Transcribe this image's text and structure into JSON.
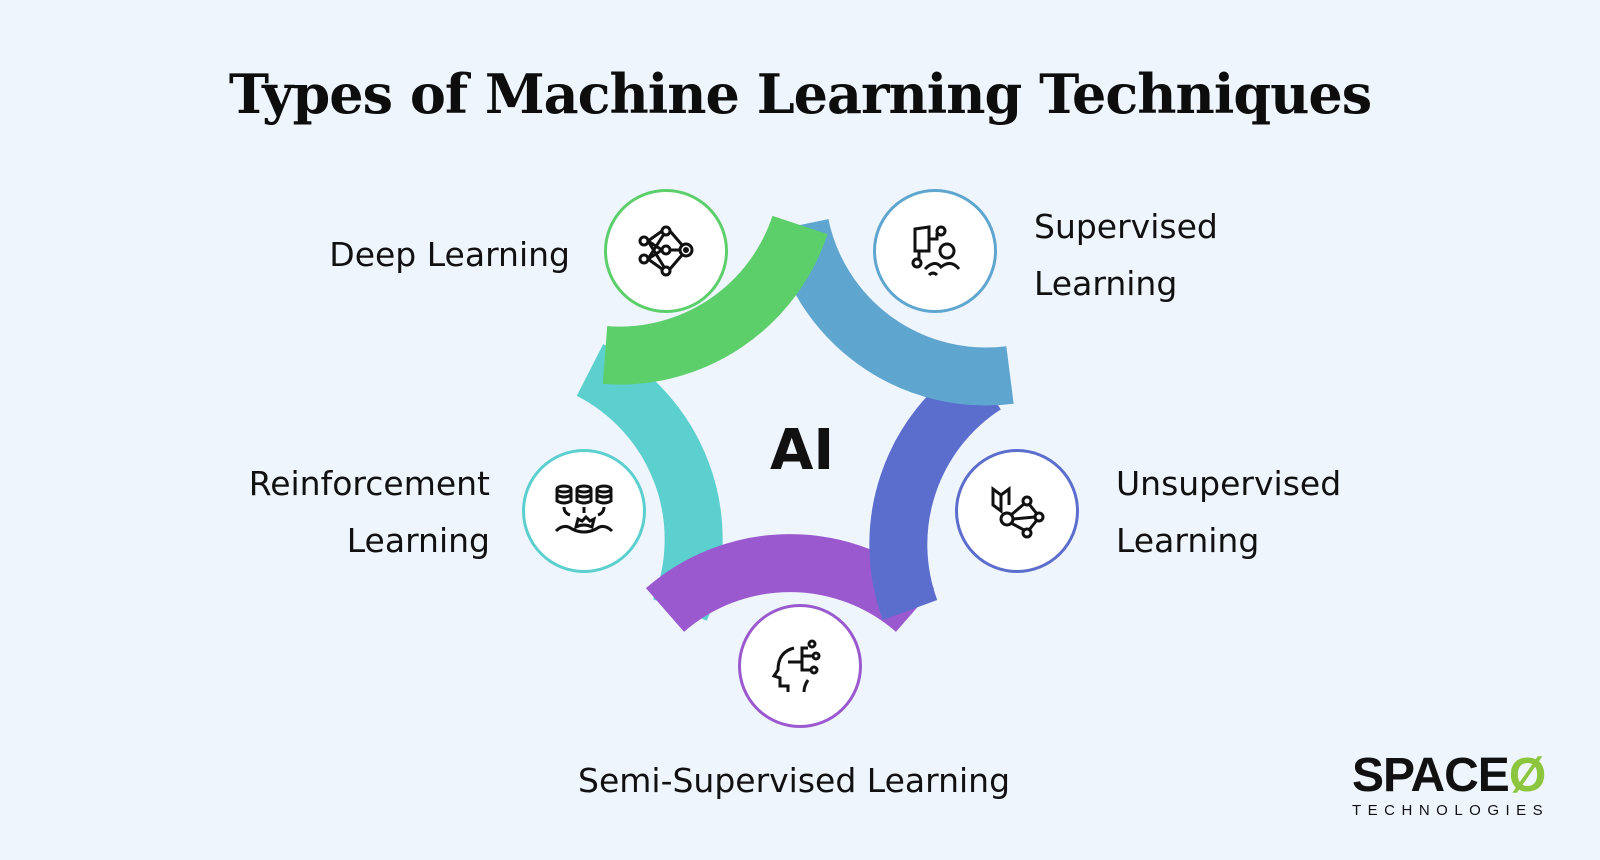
{
  "title": "Types of Machine Learning Techniques",
  "center_label": "AI",
  "techniques": [
    {
      "name": "Deep Learning",
      "lines": [
        "Deep Learning"
      ],
      "color": "#5ccf6b",
      "icon": "neural-network-icon"
    },
    {
      "name": "Supervised Learning",
      "lines": [
        "Supervised",
        "Learning"
      ],
      "color": "#5ea6d0",
      "icon": "supervised-person-board-icon"
    },
    {
      "name": "Unsupervised Learning",
      "lines": [
        "Unsupervised",
        "Learning"
      ],
      "color": "#5b6dcd",
      "icon": "book-network-icon"
    },
    {
      "name": "Semi-Supervised Learning",
      "lines": [
        "Semi-Supervised Learning"
      ],
      "color": "#9b59cf",
      "icon": "head-circuit-icon"
    },
    {
      "name": "Reinforcement Learning",
      "lines": [
        "Reinforcement",
        "Learning"
      ],
      "color": "#5ccfcf",
      "icon": "database-gear-icon"
    }
  ],
  "logo": {
    "main": "SPACE",
    "mark": "Ø",
    "sub": "TECHNOLOGIES",
    "accent": "#8cc63f"
  },
  "colors": {
    "background": "#eef5fc"
  }
}
